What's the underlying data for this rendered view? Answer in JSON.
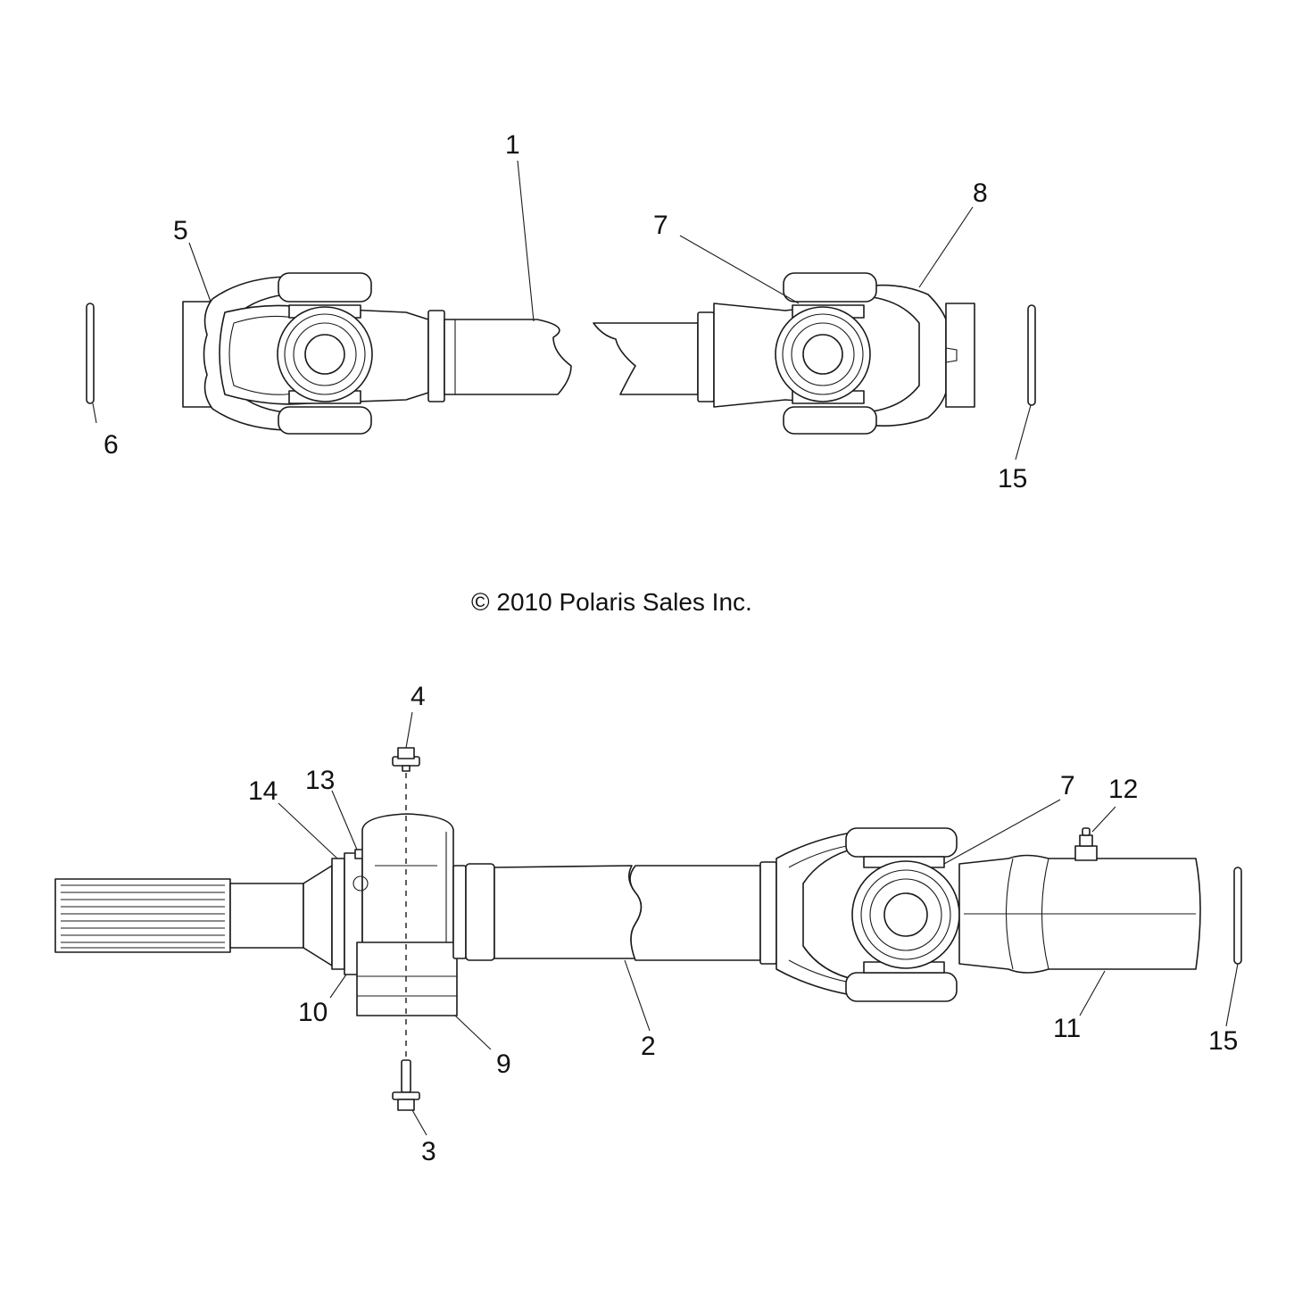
{
  "copyright": "© 2010 Polaris Sales Inc.",
  "callouts": {
    "c1": "1",
    "c5": "5",
    "c6": "6",
    "c7_top": "7",
    "c8": "8",
    "c15_top": "15",
    "c4": "4",
    "c13": "13",
    "c14": "14",
    "c7_bottom": "7",
    "c12": "12",
    "c10": "10",
    "c9": "9",
    "c2": "2",
    "c11": "11",
    "c15_bottom": "15",
    "c3": "3"
  }
}
